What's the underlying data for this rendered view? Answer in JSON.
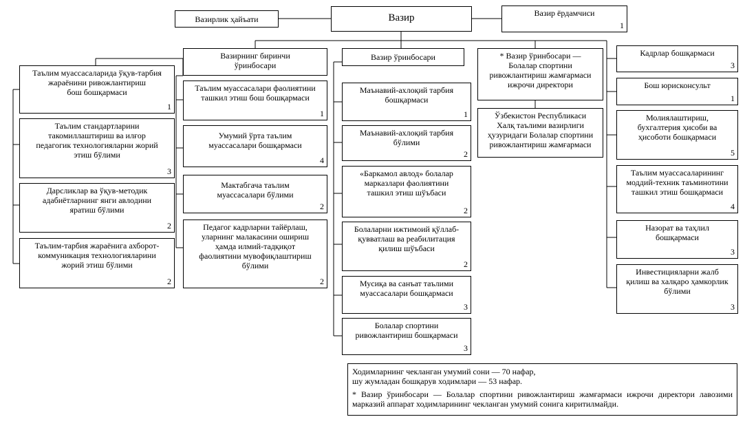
{
  "top": {
    "board": "Вазирлик ҳайъати",
    "minister": "Вазир",
    "assistant": "Вазир ёрдамчиси",
    "assistant_num": "1"
  },
  "columns": {
    "left": [
      {
        "text": "Таълим муассасаларида ўқув-тарбия\nжараёнини ривожлантириш\nбош бошқармаси",
        "num": "1"
      },
      {
        "text": "Таълим стандартларини\nтакомиллаштириш ва илғор\nпедагогик технологияларни жорий\nэтиш бўлими",
        "num": "3"
      },
      {
        "text": "Дарсликлар ва ўқув-методик\nадабиётларнинг янги авлодини\nяратиш бўлими",
        "num": "2"
      },
      {
        "text": "Таълим-тарбия жараёнига ахборот-\nкоммуникация технологияларини\nжорий этиш бўлими",
        "num": "2"
      }
    ],
    "first_deputy": {
      "title": "Вазирнинг биринчи\nўринбосари",
      "items": [
        {
          "text": "Таълим муассасалари фаолиятини\nташкил этиш бош бошқармаси",
          "num": "1"
        },
        {
          "text": "Умумий ўрта таълим\nмуассасалари бошқармаси",
          "num": "4"
        },
        {
          "text": "Мактабгача таълим\nмуассасалари бўлими",
          "num": "2"
        },
        {
          "text": "Педагог кадрларни тайёрлаш,\nуларнинг малакасини ошириш\nҳамда илмий-тадқиқот\nфаолиятини мувофиқлаштириш\nбўлими",
          "num": "2"
        }
      ]
    },
    "deputy": {
      "title": "Вазир ўринбосари",
      "items": [
        {
          "text": "Маънавий-ахлоқий тарбия\nбошқармаси",
          "num": "1"
        },
        {
          "text": "Маънавий-ахлоқий тарбия\nбўлими",
          "num": "2"
        },
        {
          "text": "«Баркамол авлод» болалар\nмарказлари фаолиятини\nташкил этиш шўъбаси",
          "num": "2"
        },
        {
          "text": "Болаларни ижтимоий қўллаб-\nқувватлаш ва реабилитация\nқилиш шўъбаси",
          "num": "2"
        },
        {
          "text": "Мусиқа ва санъат таълими\nмуассасалари бошқармаси",
          "num": "3"
        },
        {
          "text": "Болалар спортини\nривожлантириш бошқармаси",
          "num": "3"
        }
      ]
    },
    "sport_deputy": {
      "title": "* Вазир ўринбосари —\nБолалар спортини\nривожлантириш жамғармаси\nижрочи директори",
      "fund": "Ўзбекистон Республикаси\nХалқ таълими вазирлиги\nҳузуридаги Болалар спортини\nривожлантириш жамғармаси"
    },
    "right": [
      {
        "text": "Кадрлар бошқармаси",
        "num": "3"
      },
      {
        "text": "Бош юрисконсульт",
        "num": "1"
      },
      {
        "text": "Молиялаштириш,\nбухгалтерия ҳисоби ва\nҳисоботи бошқармаси",
        "num": "5"
      },
      {
        "text": "Таълим муассасаларининг\nмоддий-техник таъминотини\nташкил этиш бошқармаси",
        "num": "4"
      },
      {
        "text": "Назорат ва таҳлил\nбошқармаси",
        "num": "3"
      },
      {
        "text": "Инвестицияларни жалб\nқилиш ва халқаро ҳамкорлик\nбўлими",
        "num": "3"
      }
    ]
  },
  "note": {
    "line1": "Ходимларнинг чекланган умумий сони — 70 нафар,",
    "line2": "шу жумладан бошқарув ходимлари — 53 нафар.",
    "footnote": "* Вазир ўринбосари — Болалар спортини ривожлантириш жамғармаси ижрочи директори лавозими марказий аппарат ходимларининг чекланган умумий сонига киритилмайди."
  }
}
